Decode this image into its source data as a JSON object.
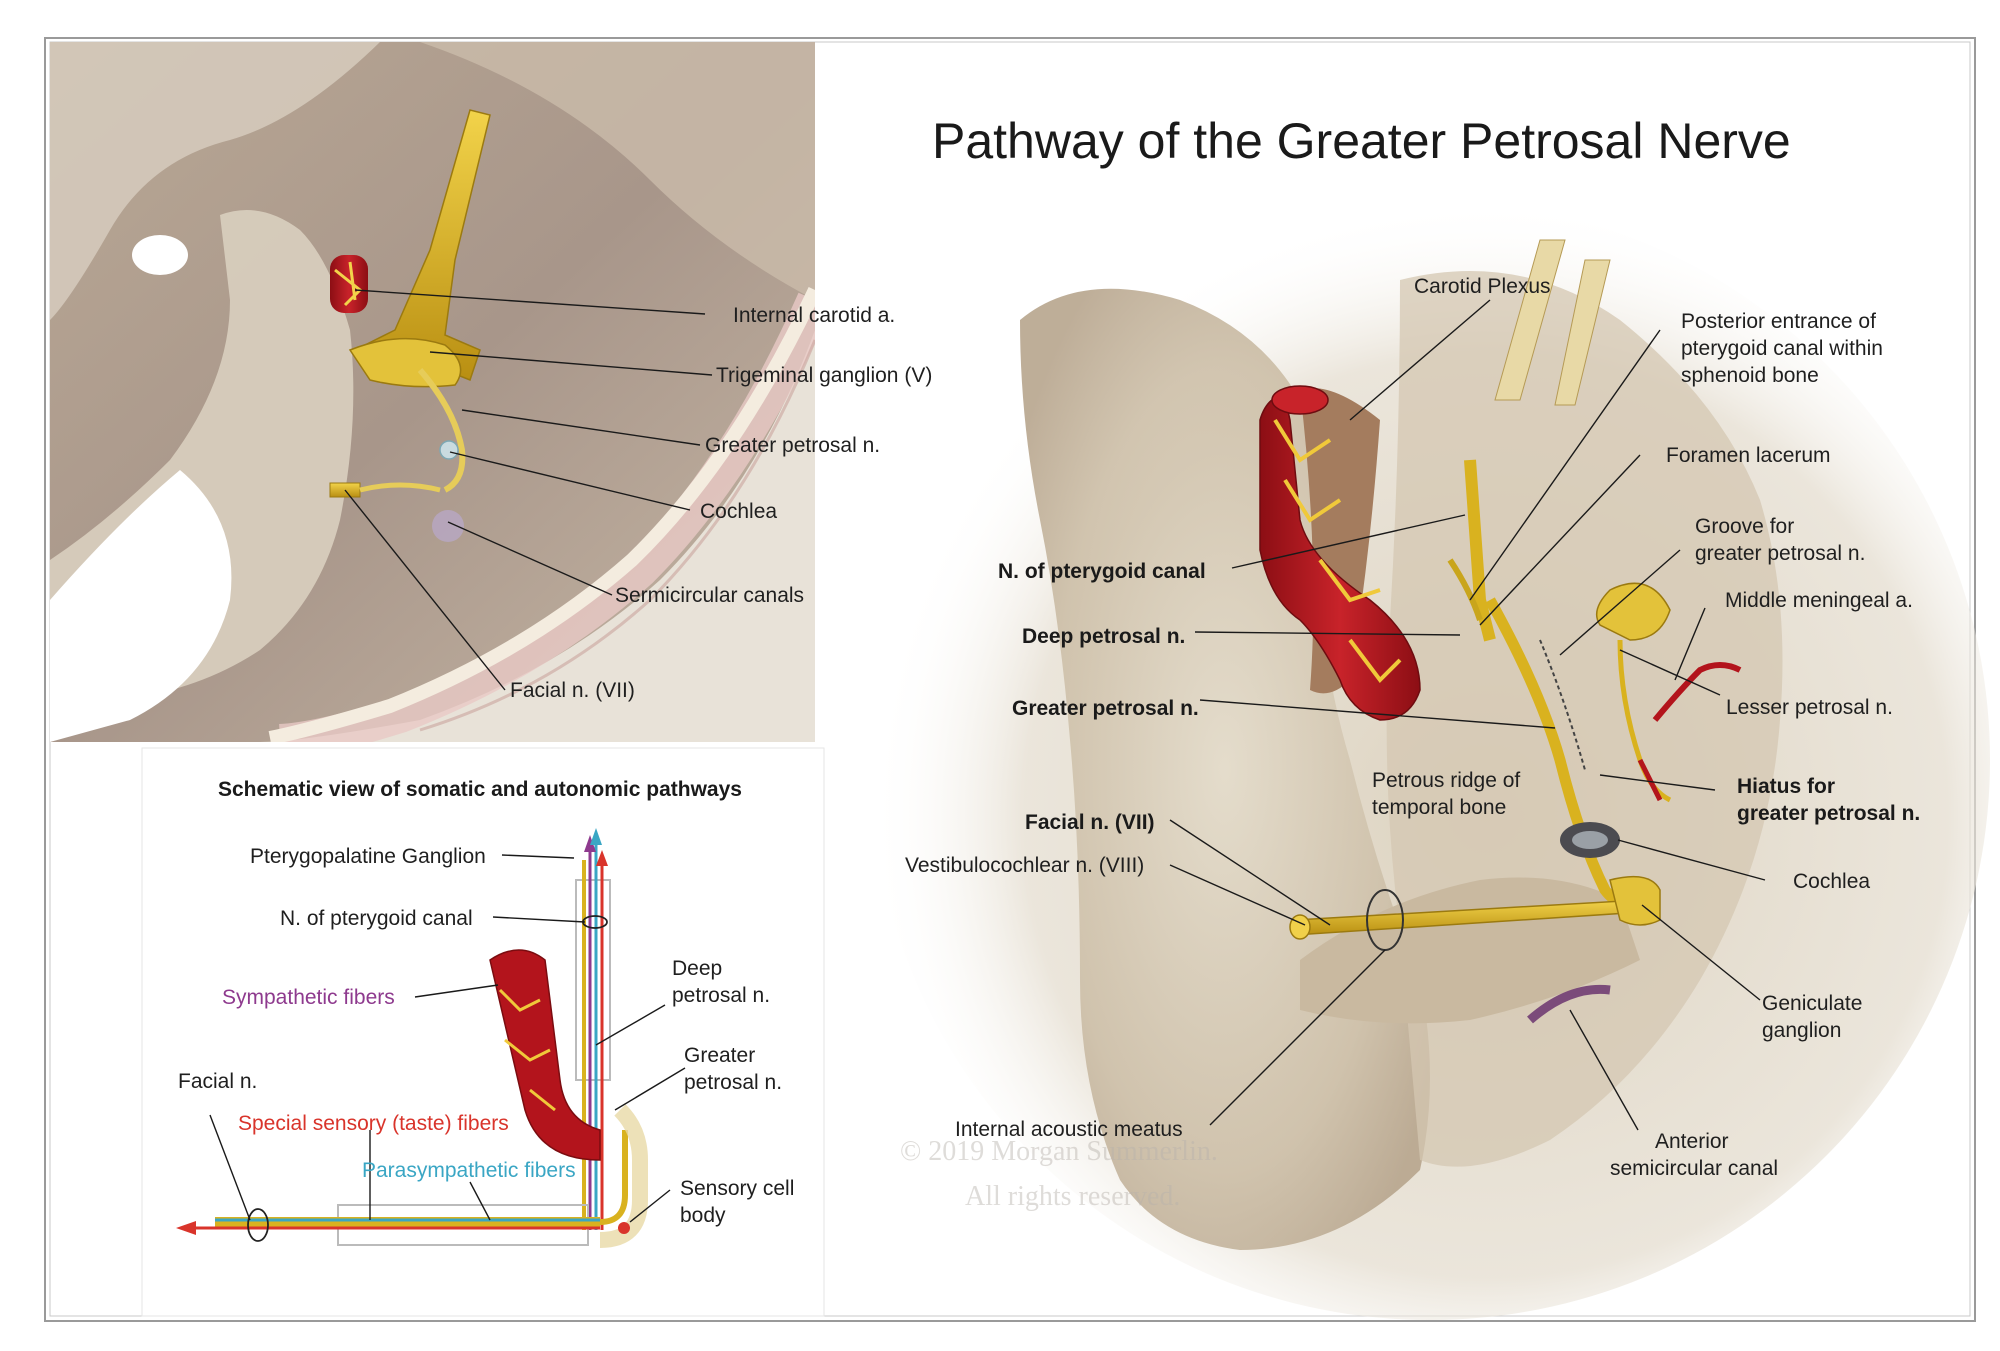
{
  "title": "Pathway of the Greater Petrosal Nerve",
  "left_labels": {
    "internal_carotid": "Internal carotid a.",
    "trigeminal_ganglion": "Trigeminal ganglion (V)",
    "greater_petrosal": "Greater petrosal n.",
    "cochlea": "Cochlea",
    "semicircular_canals": "Sermicircular canals",
    "facial_nerve": "Facial n. (VII)"
  },
  "right_labels": {
    "carotid_plexus": "Carotid Plexus",
    "posterior_entrance_l1": "Posterior entrance of",
    "posterior_entrance_l2": "pterygoid canal within",
    "posterior_entrance_l3": "sphenoid bone",
    "foramen_lacerum": "Foramen lacerum",
    "groove_l1": "Groove for",
    "groove_l2": "greater petrosal n.",
    "middle_meningeal": "Middle meningeal a.",
    "n_pterygoid_canal": "N. of pterygoid canal",
    "deep_petrosal": "Deep petrosal n.",
    "greater_petrosal": "Greater petrosal n.",
    "lesser_petrosal": "Lesser petrosal n.",
    "petrous_ridge_l1": "Petrous ridge of",
    "petrous_ridge_l2": "temporal bone",
    "hiatus_l1": "Hiatus for",
    "hiatus_l2": "greater petrosal n.",
    "facial_nerve": "Facial n. (VII)",
    "vestibulocochlear": "Vestibulocochlear n. (VIII)",
    "cochlea": "Cochlea",
    "geniculate_l1": "Geniculate",
    "geniculate_l2": "ganglion",
    "internal_acoustic": "Internal acoustic meatus",
    "anterior_canal_l1": "Anterior",
    "anterior_canal_l2": "semicircular canal"
  },
  "inset": {
    "title": "Schematic view of somatic and autonomic pathways",
    "pterygopalatine": "Pterygopalatine Ganglion",
    "n_pterygoid_canal": "N. of pterygoid canal",
    "deep_petrosal_l1": "Deep",
    "deep_petrosal_l2": "petrosal n.",
    "sympathetic": "Sympathetic fibers",
    "greater_petrosal_l1": "Greater",
    "greater_petrosal_l2": "petrosal n.",
    "facial_n": "Facial n.",
    "special_sensory": "Special sensory (taste) fibers",
    "parasympathetic": "Parasympathetic fibers",
    "sensory_cell_l1": "Sensory cell",
    "sensory_cell_l2": "body"
  },
  "watermark": {
    "line1": "© 2019 Morgan Summerlin.",
    "line2": "All rights reserved."
  },
  "colors": {
    "sympathetic": "#8e3a8e",
    "special_sensory": "#d9342b",
    "parasympathetic": "#3aa6c4",
    "nerve": "#d9b21f",
    "artery": "#b3141c"
  }
}
